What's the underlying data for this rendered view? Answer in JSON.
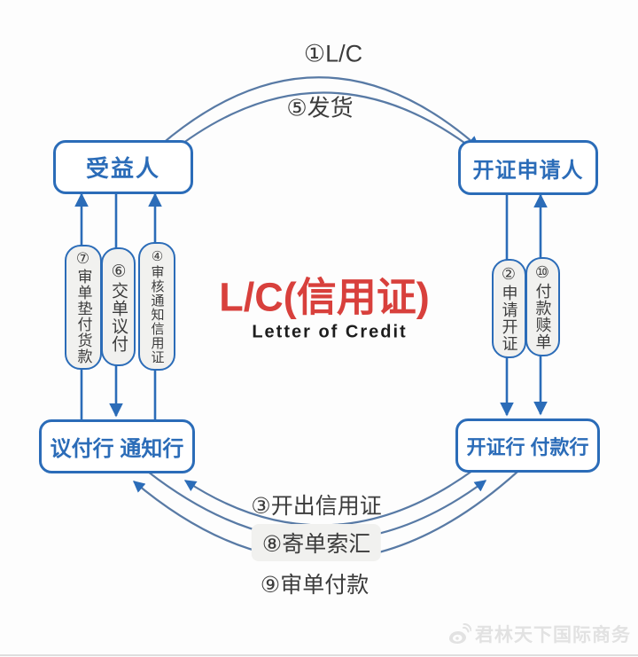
{
  "diagram": {
    "title": "L/C(信用证)",
    "subtitle": "Letter of Credit"
  },
  "nodes": {
    "beneficiary": "受益人",
    "applicant": "开证申请人",
    "negotiating_advising_bank": "议付行 通知行",
    "issuing_paying_bank": "开证行 付款行"
  },
  "steps": {
    "s1": "①L/C",
    "s2": "②申请开证",
    "s3": "③开出信用证",
    "s4": "④审核通知信用证",
    "s5": "⑤发货",
    "s6": "⑥交单议付",
    "s7": "⑦审单垫付货款",
    "s8": "⑧寄单索汇",
    "s9": "⑨审单付款",
    "s10": "⑩付款赎单"
  },
  "watermark": "君林天下国际商务",
  "colors": {
    "accent_blue": "#2b6cb8",
    "arc_blue": "#587aa5",
    "title_red": "#d8403c",
    "pill_bg": "#f1f1ef"
  }
}
